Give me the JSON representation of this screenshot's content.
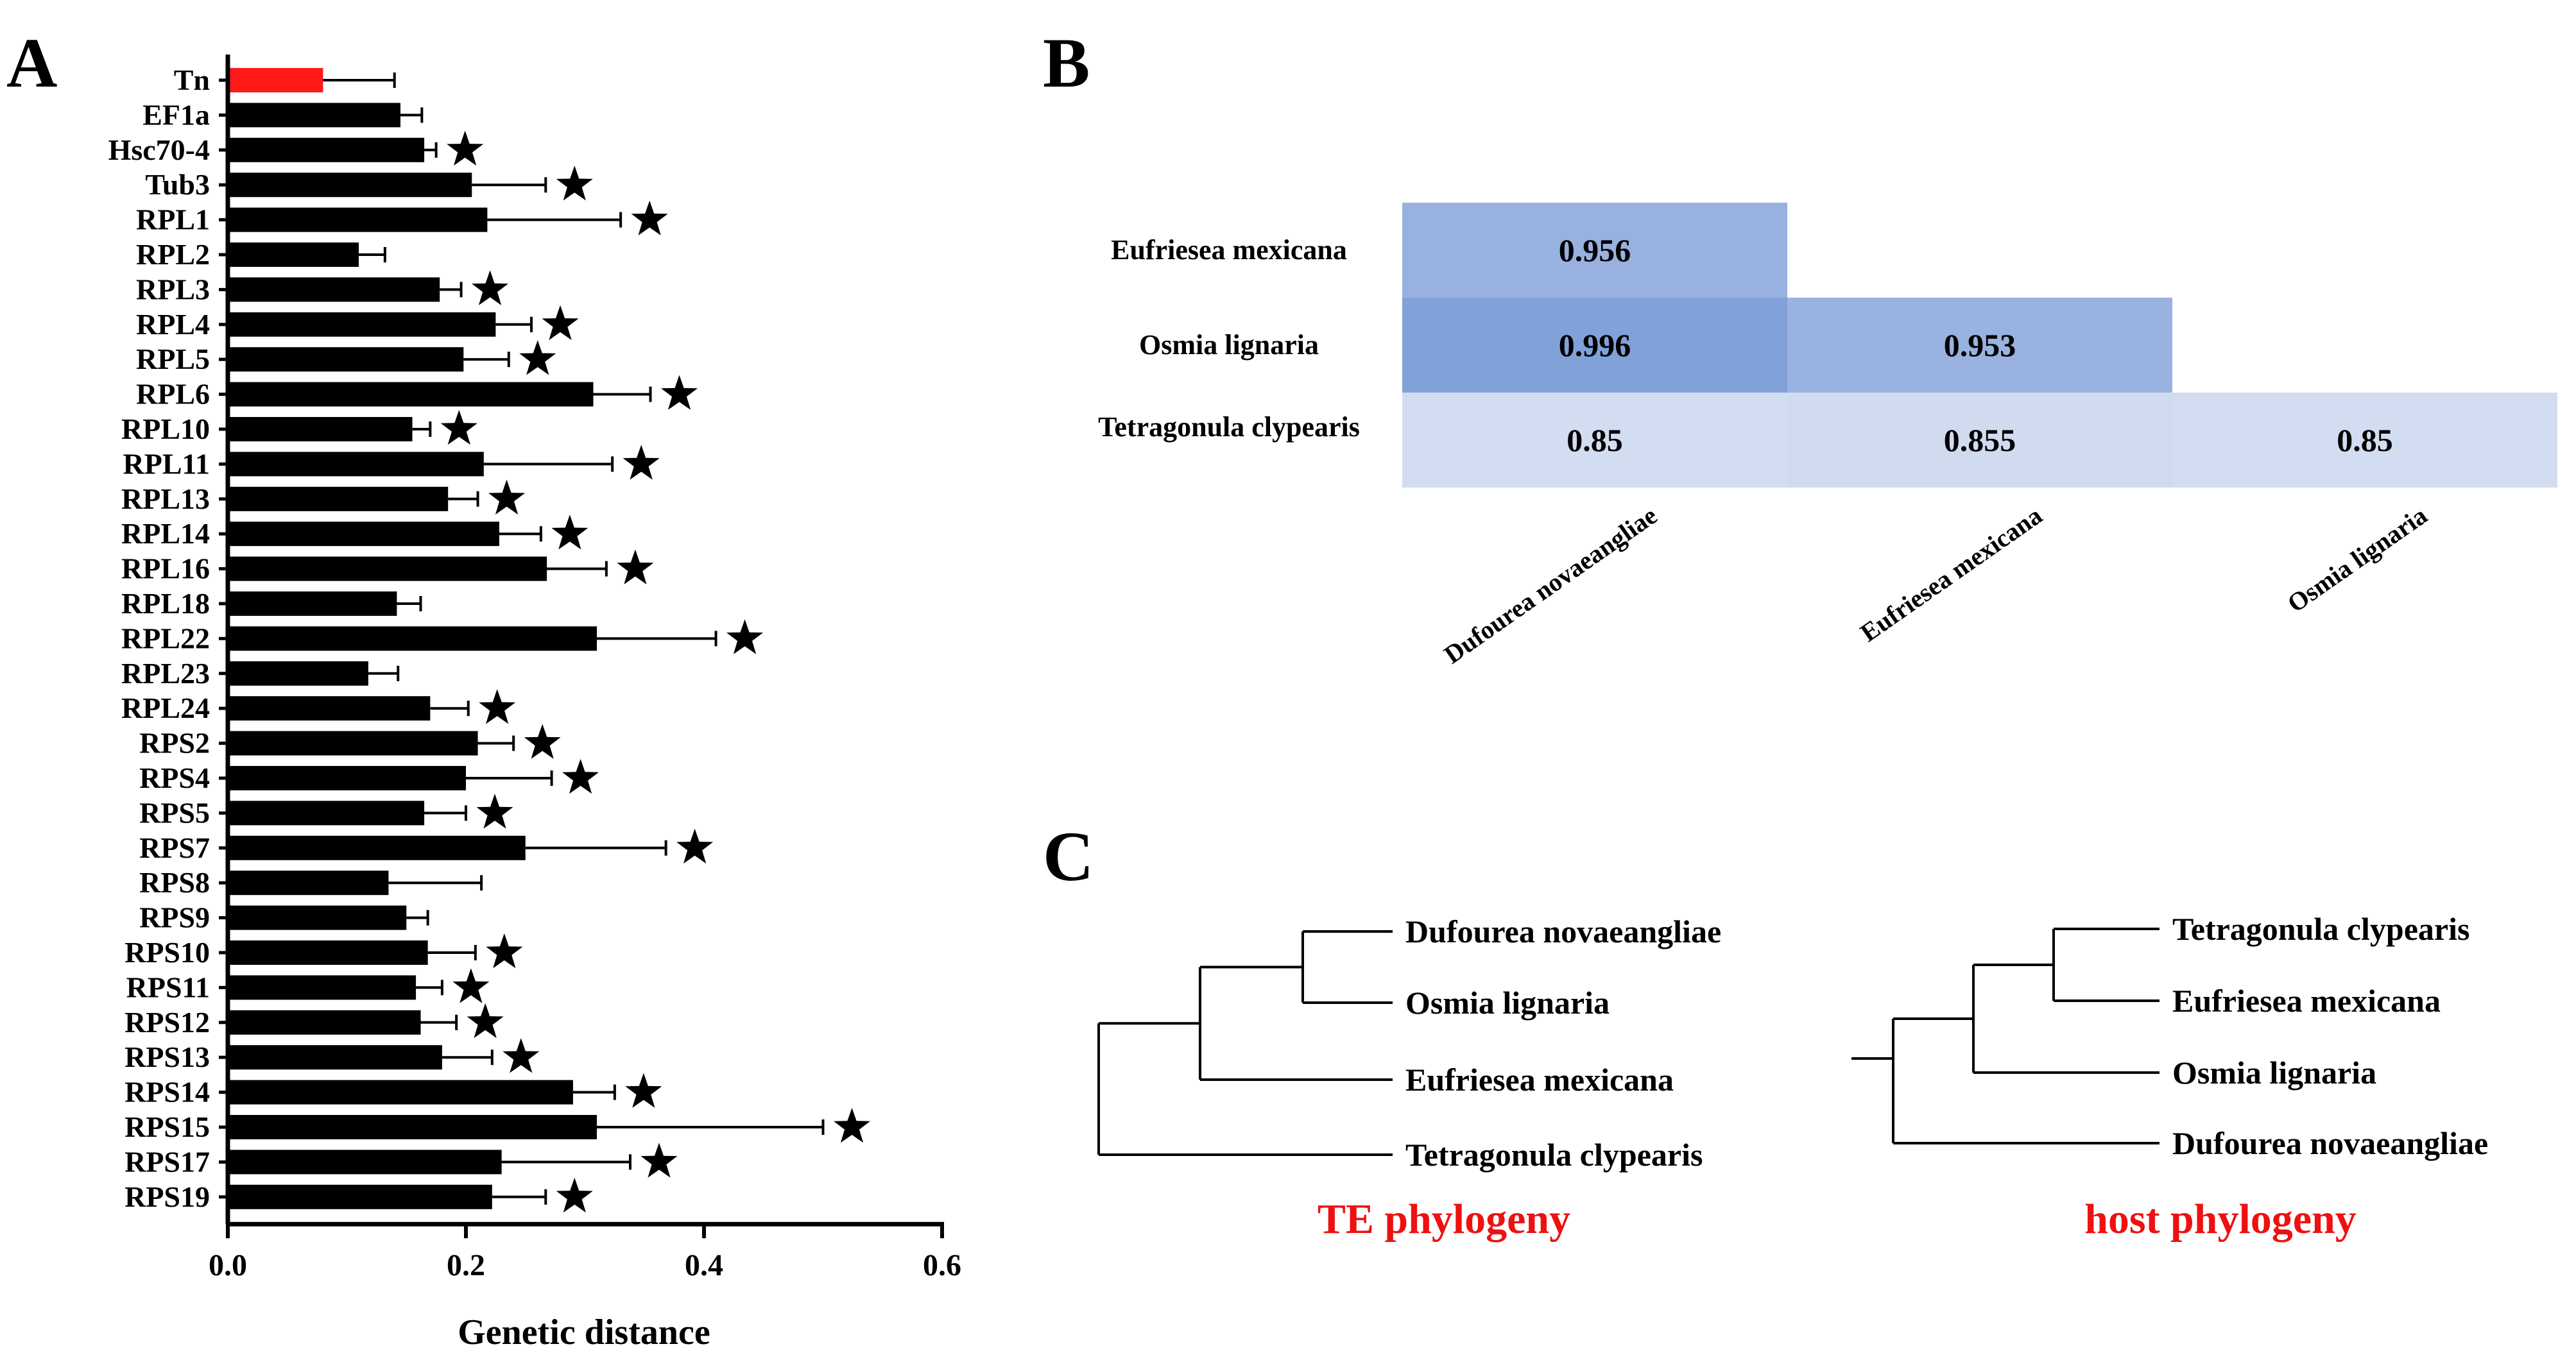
{
  "chart_data": [
    {
      "panel": "A",
      "type": "bar",
      "orientation": "horizontal",
      "xlabel": "Genetic distance",
      "xlim": [
        0,
        0.6
      ],
      "xticks": [
        "0.0",
        "0.2",
        "0.4",
        "0.6"
      ],
      "colors": {
        "highlight": "#ff1a1a",
        "bar": "#000000"
      },
      "categories": [
        "Tn",
        "EF1a",
        "Hsc70-4",
        "Tub3",
        "RPL1",
        "RPL2",
        "RPL3",
        "RPL4",
        "RPL5",
        "RPL6",
        "RPL10",
        "RPL11",
        "RPL13",
        "RPL14",
        "RPL16",
        "RPL18",
        "RPL22",
        "RPL23",
        "RPL24",
        "RPS2",
        "RPS4",
        "RPS5",
        "RPS7",
        "RPS8",
        "RPS9",
        "RPS10",
        "RPS11",
        "RPS12",
        "RPS13",
        "RPS14",
        "RPS15",
        "RPS17",
        "RPS19"
      ],
      "values": [
        0.08,
        0.145,
        0.165,
        0.205,
        0.218,
        0.11,
        0.178,
        0.225,
        0.198,
        0.307,
        0.155,
        0.215,
        0.185,
        0.228,
        0.268,
        0.142,
        0.31,
        0.118,
        0.17,
        0.21,
        0.2,
        0.165,
        0.25,
        0.135,
        0.15,
        0.168,
        0.158,
        0.162,
        0.18,
        0.29,
        0.31,
        0.23,
        0.222
      ],
      "errors": [
        0.06,
        0.018,
        0.01,
        0.062,
        0.112,
        0.022,
        0.018,
        0.03,
        0.038,
        0.048,
        0.015,
        0.108,
        0.025,
        0.035,
        0.05,
        0.02,
        0.1,
        0.025,
        0.032,
        0.03,
        0.072,
        0.035,
        0.118,
        0.078,
        0.018,
        0.04,
        0.022,
        0.03,
        0.042,
        0.035,
        0.19,
        0.108,
        0.045
      ],
      "significant": [
        false,
        false,
        true,
        true,
        true,
        false,
        true,
        true,
        true,
        true,
        true,
        true,
        true,
        true,
        true,
        false,
        true,
        false,
        true,
        true,
        true,
        true,
        true,
        false,
        false,
        true,
        true,
        true,
        true,
        true,
        true,
        true,
        true
      ]
    },
    {
      "panel": "B",
      "type": "heatmap",
      "rows": [
        "Eufriesea mexicana",
        "Osmia lignaria",
        "Tetragonula clypearis"
      ],
      "columns": [
        "Dufourea novaeangliae",
        "Eufriesea mexicana",
        "Osmia lignaria"
      ],
      "values": [
        [
          0.956,
          null,
          null
        ],
        [
          0.996,
          0.953,
          null
        ],
        [
          0.85,
          0.855,
          0.85
        ]
      ],
      "labels": [
        [
          "0.956",
          "",
          ""
        ],
        [
          "0.996",
          "0.953",
          ""
        ],
        [
          "0.85",
          "0.855",
          "0.85"
        ]
      ],
      "color_scale": {
        "low": "#d9e1f3",
        "high": "#7f9fd8"
      }
    },
    {
      "panel": "C",
      "type": "tree",
      "trees": [
        {
          "title": "TE phylogeny",
          "leaves": [
            "Dufourea novaeangliae",
            "Osmia lignaria",
            "Eufriesea mexicana",
            "Tetragonula clypearis"
          ],
          "topology": "(((Dufourea novaeangliae,Osmia lignaria),Eufriesea mexicana),Tetragonula clypearis)"
        },
        {
          "title": "host phylogeny",
          "leaves": [
            "Tetragonula clypearis",
            "Eufriesea mexicana",
            "Osmia lignaria",
            "Dufourea novaeangliae"
          ],
          "topology": "(((Tetragonula clypearis,Eufriesea mexicana),Osmia lignaria),Dufourea novaeangliae)"
        }
      ]
    }
  ],
  "panels": {
    "a": "A",
    "b": "B",
    "c": "C"
  },
  "highlight_color": "#ee1111"
}
